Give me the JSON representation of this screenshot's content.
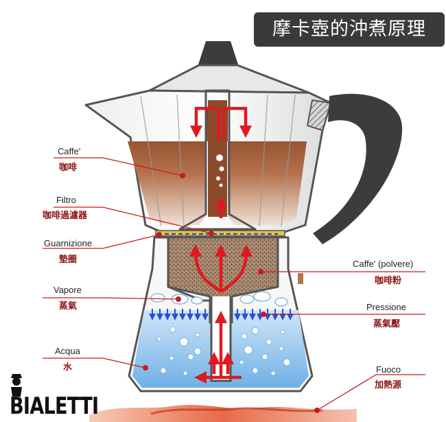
{
  "title": "摩卡壺的沖煮原理",
  "labels": {
    "caffe": {
      "it": "Caffe'",
      "zh": "咖啡"
    },
    "filtro": {
      "it": "Filtro",
      "zh": "咖啡過濾器"
    },
    "guarnizione": {
      "it": "Guarnizione",
      "zh": "墊圈"
    },
    "vapore": {
      "it": "Vapore",
      "zh": "蒸氣"
    },
    "acqua": {
      "it": "Acqua",
      "zh": "水"
    },
    "caffe_polvere": {
      "it": "Caffe' (polvere)",
      "zh": "咖啡粉"
    },
    "pressione": {
      "it": "Pressione",
      "zh": "蒸氣壓"
    },
    "fuoco": {
      "it": "Fuoco",
      "zh": "加熱源"
    }
  },
  "brand": "BIALETTI",
  "colors": {
    "coffee": "#8b4a2a",
    "water": "#a9d4f2",
    "arrow": "#e0191f",
    "leader": "#c91a1a",
    "body_stroke": "#555555",
    "handle": "#3c3c3c",
    "title_bg": "#3a3a3a"
  }
}
